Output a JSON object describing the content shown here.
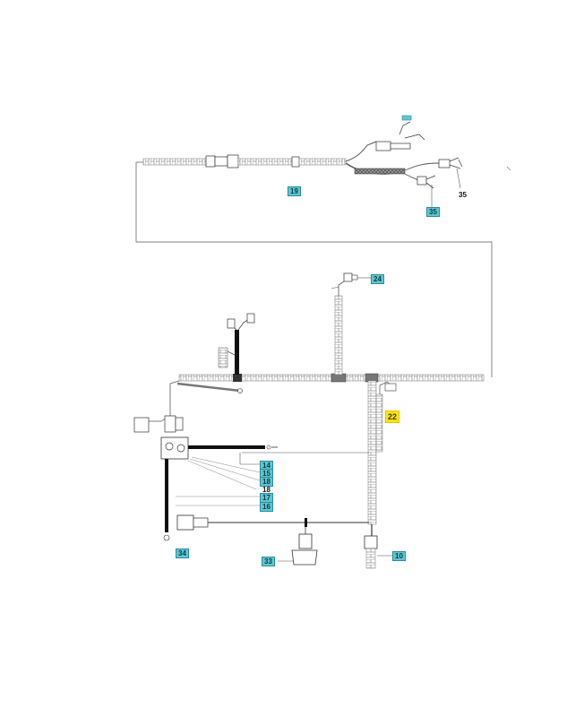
{
  "labels": {
    "l19": "19",
    "l35plain": "35",
    "l35box": "35",
    "l24": "24",
    "l22": "22",
    "l14": "14",
    "l15": "15",
    "l18box": "18",
    "l18plain": "18",
    "l17": "17",
    "l16": "16",
    "l34": "34",
    "l33": "33",
    "l10": "10"
  },
  "colors": {
    "callout": "#5fc7d3",
    "highlight": "#ffe500",
    "line": "#555555",
    "cable": "#111111"
  }
}
